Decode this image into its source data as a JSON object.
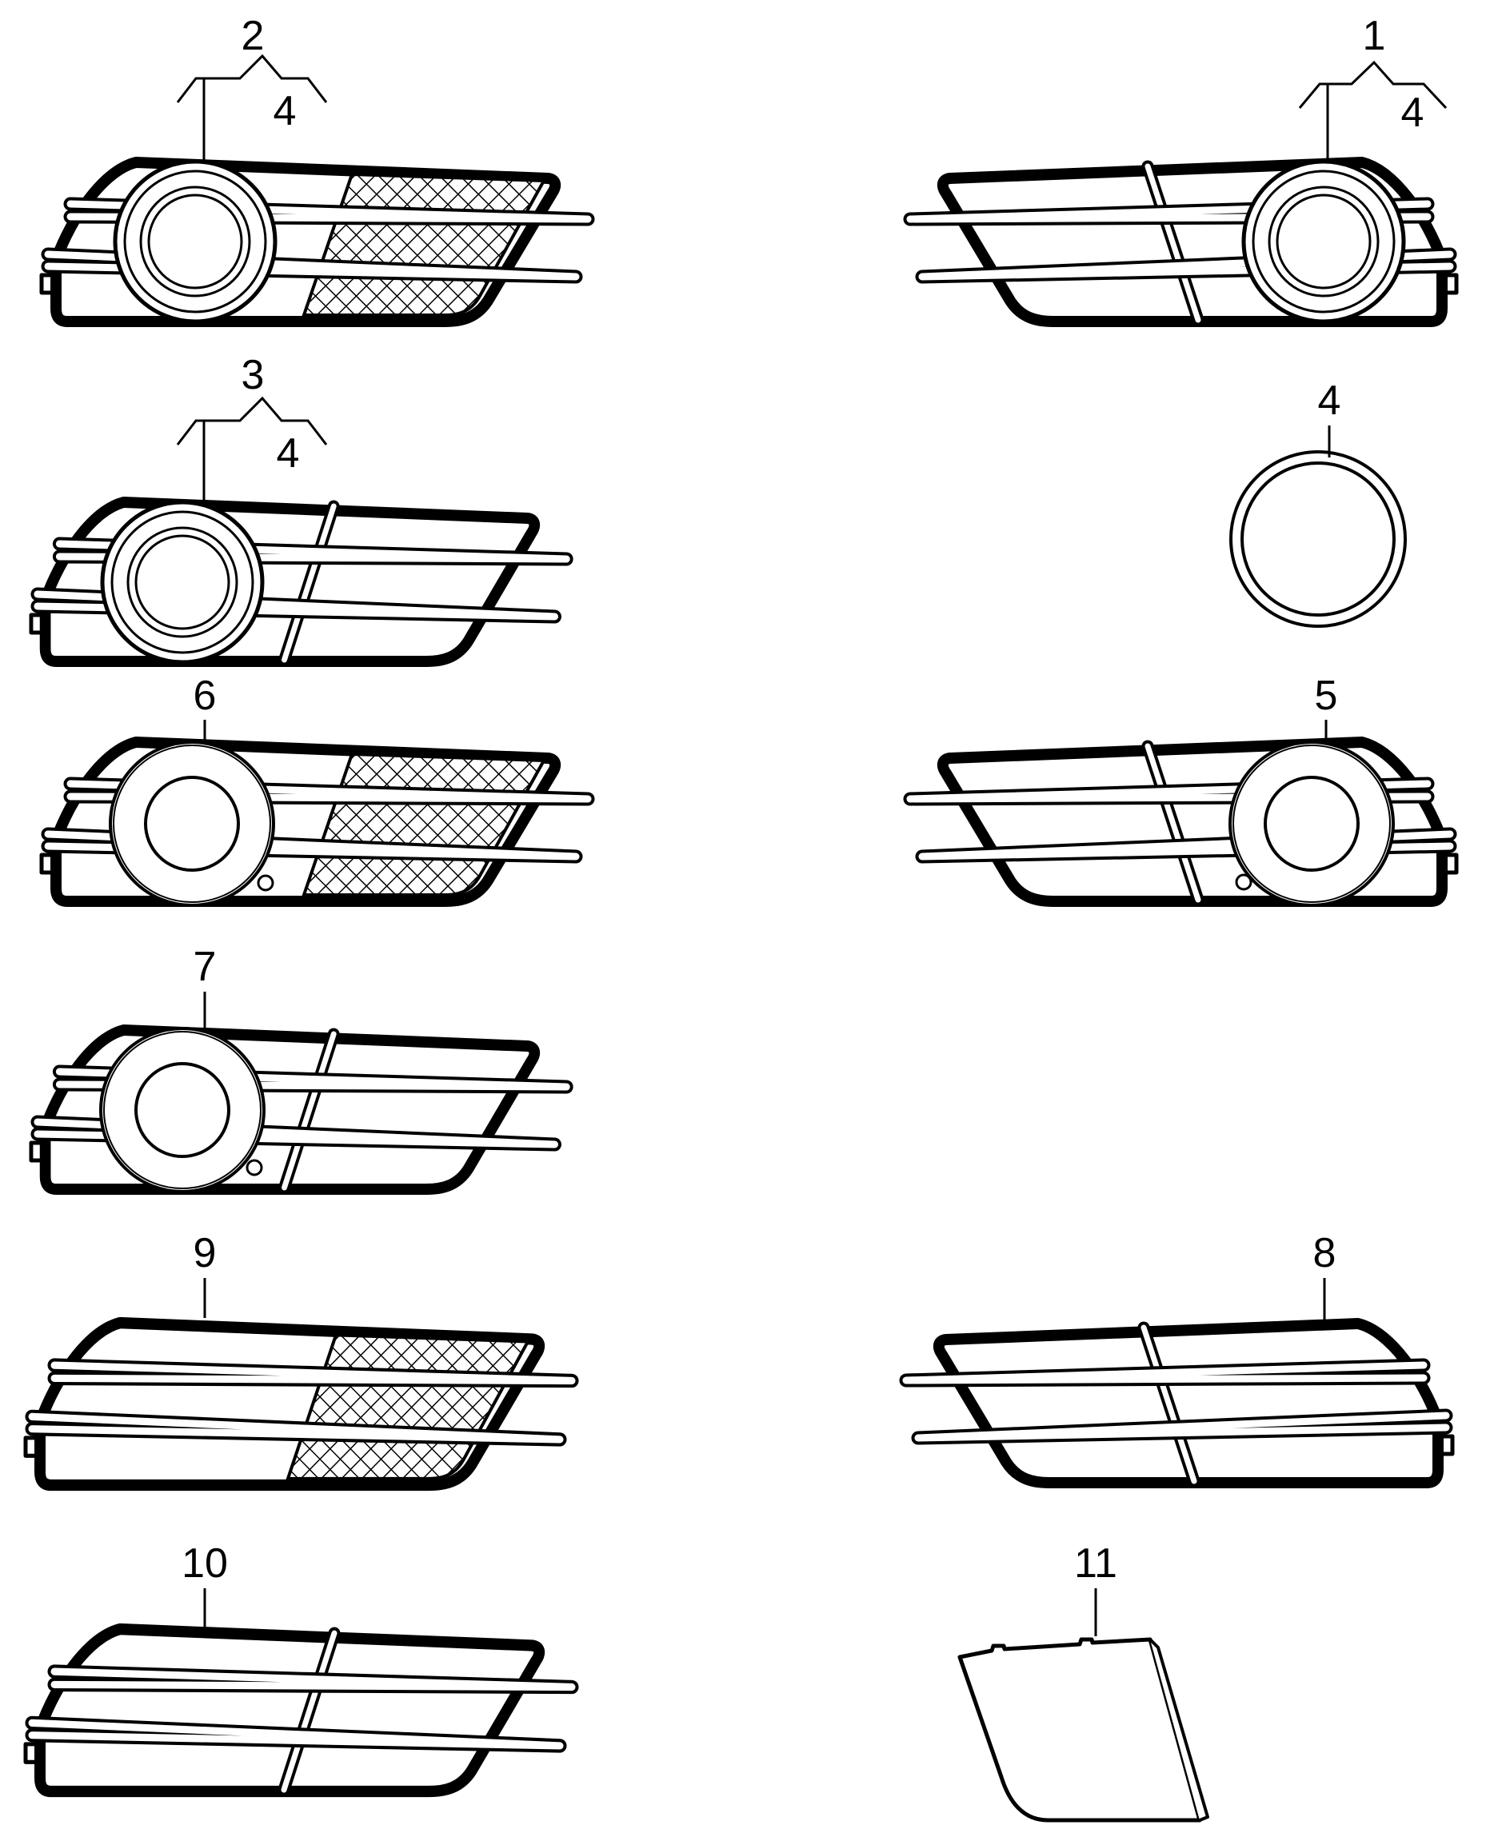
{
  "diagram": {
    "callouts": [
      {
        "id": "p1",
        "number": "1",
        "sub": "4"
      },
      {
        "id": "p2",
        "number": "2",
        "sub": "4"
      },
      {
        "id": "p3",
        "number": "3",
        "sub": "4"
      },
      {
        "id": "p4",
        "number": "4"
      },
      {
        "id": "p5",
        "number": "5"
      },
      {
        "id": "p6",
        "number": "6"
      },
      {
        "id": "p7",
        "number": "7"
      },
      {
        "id": "p8",
        "number": "8"
      },
      {
        "id": "p9",
        "number": "9"
      },
      {
        "id": "p10",
        "number": "10"
      },
      {
        "id": "p11",
        "number": "11"
      }
    ]
  }
}
